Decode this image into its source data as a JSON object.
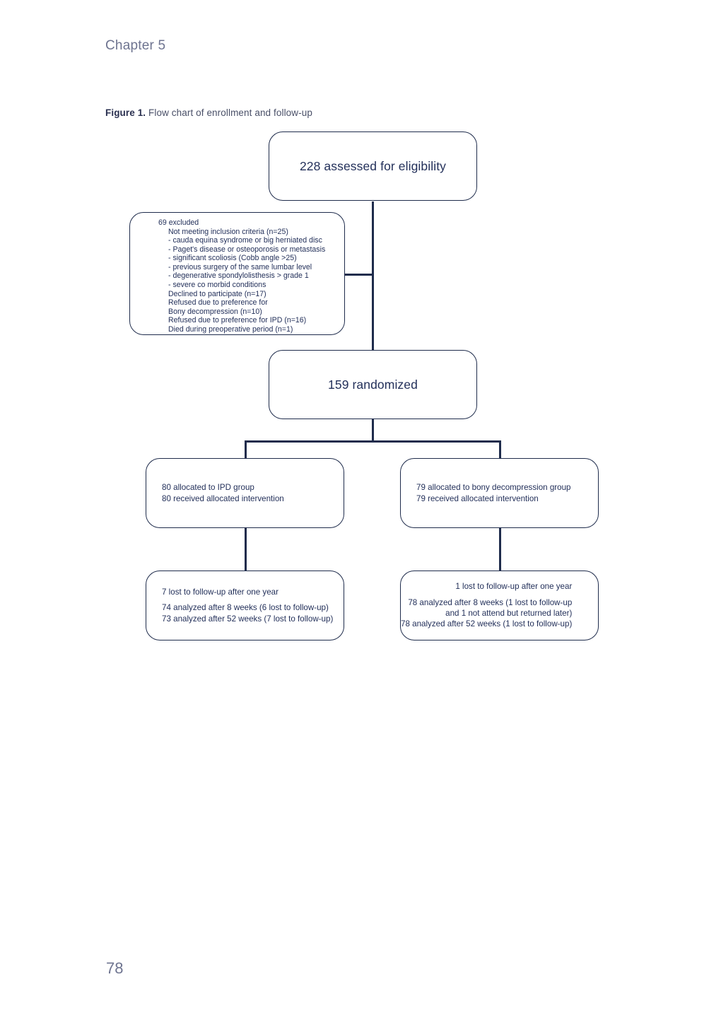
{
  "page": {
    "chapter": "Chapter 5",
    "page_number": "78",
    "caption_label": "Figure 1.",
    "caption_text": " Flow chart of enrollment and follow-up"
  },
  "colors": {
    "line": "#1f2c4c",
    "node_text": "#23305a",
    "chapter_text": "#6e7490"
  },
  "chart_data": {
    "type": "diagram",
    "title": "Flow chart of enrollment and follow-up",
    "nodes": [
      {
        "id": "assessed",
        "label": "228 assessed for eligibility",
        "value": 228
      },
      {
        "id": "excluded",
        "label": "69 excluded",
        "value": 69
      },
      {
        "id": "randomized",
        "label": "159 randomized",
        "value": 159
      },
      {
        "id": "alloc_ipd",
        "label": "80 allocated to IPD group",
        "value": 80
      },
      {
        "id": "alloc_bony",
        "label": "79 allocated to bony decompression group",
        "value": 79
      },
      {
        "id": "followup_ipd",
        "label": "74 analyzed after 8 weeks; 73 analyzed after 52 weeks"
      },
      {
        "id": "followup_bony",
        "label": "78 analyzed after 8 weeks; 78 analyzed after 52 weeks"
      }
    ],
    "edges": [
      {
        "from": "assessed",
        "to": "excluded"
      },
      {
        "from": "assessed",
        "to": "randomized"
      },
      {
        "from": "randomized",
        "to": "alloc_ipd"
      },
      {
        "from": "randomized",
        "to": "alloc_bony"
      },
      {
        "from": "alloc_ipd",
        "to": "followup_ipd"
      },
      {
        "from": "alloc_bony",
        "to": "followup_bony"
      }
    ]
  },
  "boxes": {
    "assessed": {
      "title": "228 assessed for eligibility"
    },
    "excluded": {
      "line1": "69 excluded",
      "line2": "Not meeting inclusion criteria (n=25)",
      "line3": "- cauda equina syndrome or big herniated disc",
      "line4": "- Paget's disease or osteoporosis or metastasis",
      "line5": "- significant scoliosis (Cobb angle >25)",
      "line6": "- previous surgery of the same lumbar level",
      "line7": "- degenerative spondylolisthesis > grade 1",
      "line8": "- severe co morbid conditions",
      "line9": "Declined to participate (n=17)",
      "line10": "Refused due to preference for",
      "line11": "Bony decompression (n=10)",
      "line12": "Refused due to preference for IPD (n=16)",
      "line13": "Died during preoperative period (n=1)"
    },
    "randomized": {
      "title": "159 randomized"
    },
    "alloc_left": {
      "line1": "80 allocated to IPD group",
      "line2": "80 received allocated intervention"
    },
    "alloc_right": {
      "line1": "79 allocated to bony decompression group",
      "line2": "79 received allocated intervention"
    },
    "followup_left": {
      "line1": "7 lost to follow-up after one year",
      "line2": "74 analyzed after 8 weeks (6 lost to follow-up)",
      "line3": "73 analyzed after 52 weeks (7 lost to follow-up)"
    },
    "followup_right": {
      "line1": "1 lost to follow-up after one year",
      "line2": "78 analyzed after 8 weeks (1 lost to follow-up",
      "line3": "and 1 not attend but returned later)",
      "line4": "78 analyzed after 52 weeks (1 lost to follow-up)"
    }
  }
}
